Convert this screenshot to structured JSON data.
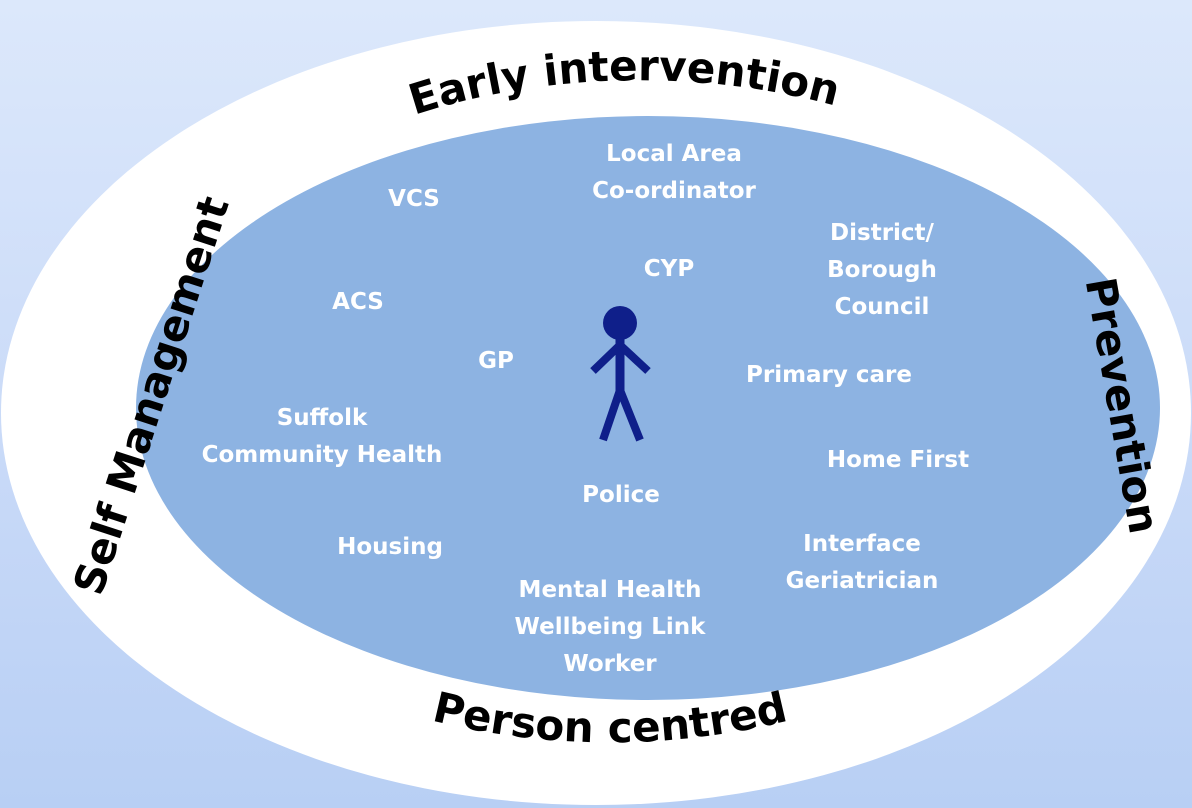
{
  "diagram": {
    "outer_ring": {
      "top_label": "Early intervention",
      "right_label": "Prevention",
      "bottom_label": "Person centred",
      "left_label": "Self Management"
    },
    "center_icon": "person-icon",
    "nodes": {
      "local_area": [
        "Local Area",
        "Co-ordinator"
      ],
      "vcs": [
        "VCS"
      ],
      "district": [
        "District/",
        "Borough",
        "Council"
      ],
      "cyp": [
        "CYP"
      ],
      "acs": [
        "ACS"
      ],
      "gp": [
        "GP"
      ],
      "primary_care": [
        "Primary care"
      ],
      "suffolk": [
        "Suffolk",
        "Community Health"
      ],
      "home_first": [
        "Home First"
      ],
      "police": [
        "Police"
      ],
      "housing": [
        "Housing"
      ],
      "interface": [
        "Interface",
        "Geriatrician"
      ],
      "mental_health": [
        "Mental Health",
        "Wellbeing  Link",
        "Worker"
      ]
    },
    "colors": {
      "outer_ellipse": "#ffffff",
      "inner_ellipse": "#8db3e2",
      "person": "#0f1f8a",
      "node_text": "#ffffff",
      "ring_text": "#000000"
    }
  }
}
